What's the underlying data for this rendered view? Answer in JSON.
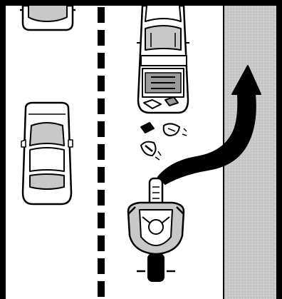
{
  "illustration": {
    "title": "",
    "elements": [
      "parked-car-top-left",
      "parked-car-left",
      "pickup-truck-ahead",
      "motorcycle-rider",
      "road-debris",
      "evasive-arrow",
      "lane-divider-dashed",
      "road-shoulder"
    ]
  },
  "colors": {
    "road": "#ffffff",
    "shoulder": "#c6c6c6",
    "line": "#000000",
    "vehicle_fill": "#ffffff",
    "vehicle_glass": "#c8c8c8",
    "vehicle_shadow": "#9a9a9a"
  }
}
